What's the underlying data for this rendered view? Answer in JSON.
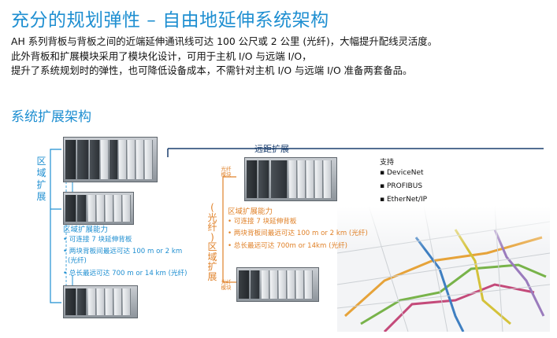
{
  "title": "充分的规划弹性 – 自由地延伸系统架构",
  "intro_lines": [
    "AH 系列背板与背板之间的近端延伸通讯线可达 100 公尺或 2 公里 (光纤)，大幅提升配线灵活度。",
    "此外背板和扩展模块采用了模块化设计，可用于主机 I/O 与远端 I/O，",
    "提升了系统规划时的弹性，也可降低设备成本，不需针对主机 I/O 与远端 I/O 准备两套备品。"
  ],
  "section_title": "系统扩展架构",
  "left": {
    "vertical_label": [
      "区",
      "域",
      "扩",
      "展"
    ],
    "capability_title": "区域扩展能力",
    "items": [
      "• 可连接 7 块延伸背板",
      "• 两块背板间最远可达 100 m or 2 km",
      "(光纤)",
      "• 总长最远可达 700 m or 14 km (光纤)"
    ]
  },
  "remote_label": "远距扩展",
  "right": {
    "vertical_label": [
      "(",
      "光",
      "纤",
      ")",
      "区",
      "域",
      "扩",
      "展"
    ],
    "fiber_module_top": [
      "光纤",
      "模块"
    ],
    "fiber_module_bottom": [
      "光纤",
      "模块"
    ],
    "capability_title": "区域扩展能力",
    "items": [
      "• 可连接 7 块延伸背板",
      "• 两块背板间最远可达 100 m or 2 km (光纤)",
      "• 总长最远可达 700m or 14km (光纤)"
    ]
  },
  "support": {
    "title": "支持",
    "items": [
      "▪ DeviceNet",
      "▪ PROFIBUS",
      "▪ EtherNet/IP"
    ]
  },
  "colors": {
    "accent_blue": "#1f8fd1",
    "accent_orange": "#e0822a",
    "line_navy": "#1a3e6e"
  }
}
